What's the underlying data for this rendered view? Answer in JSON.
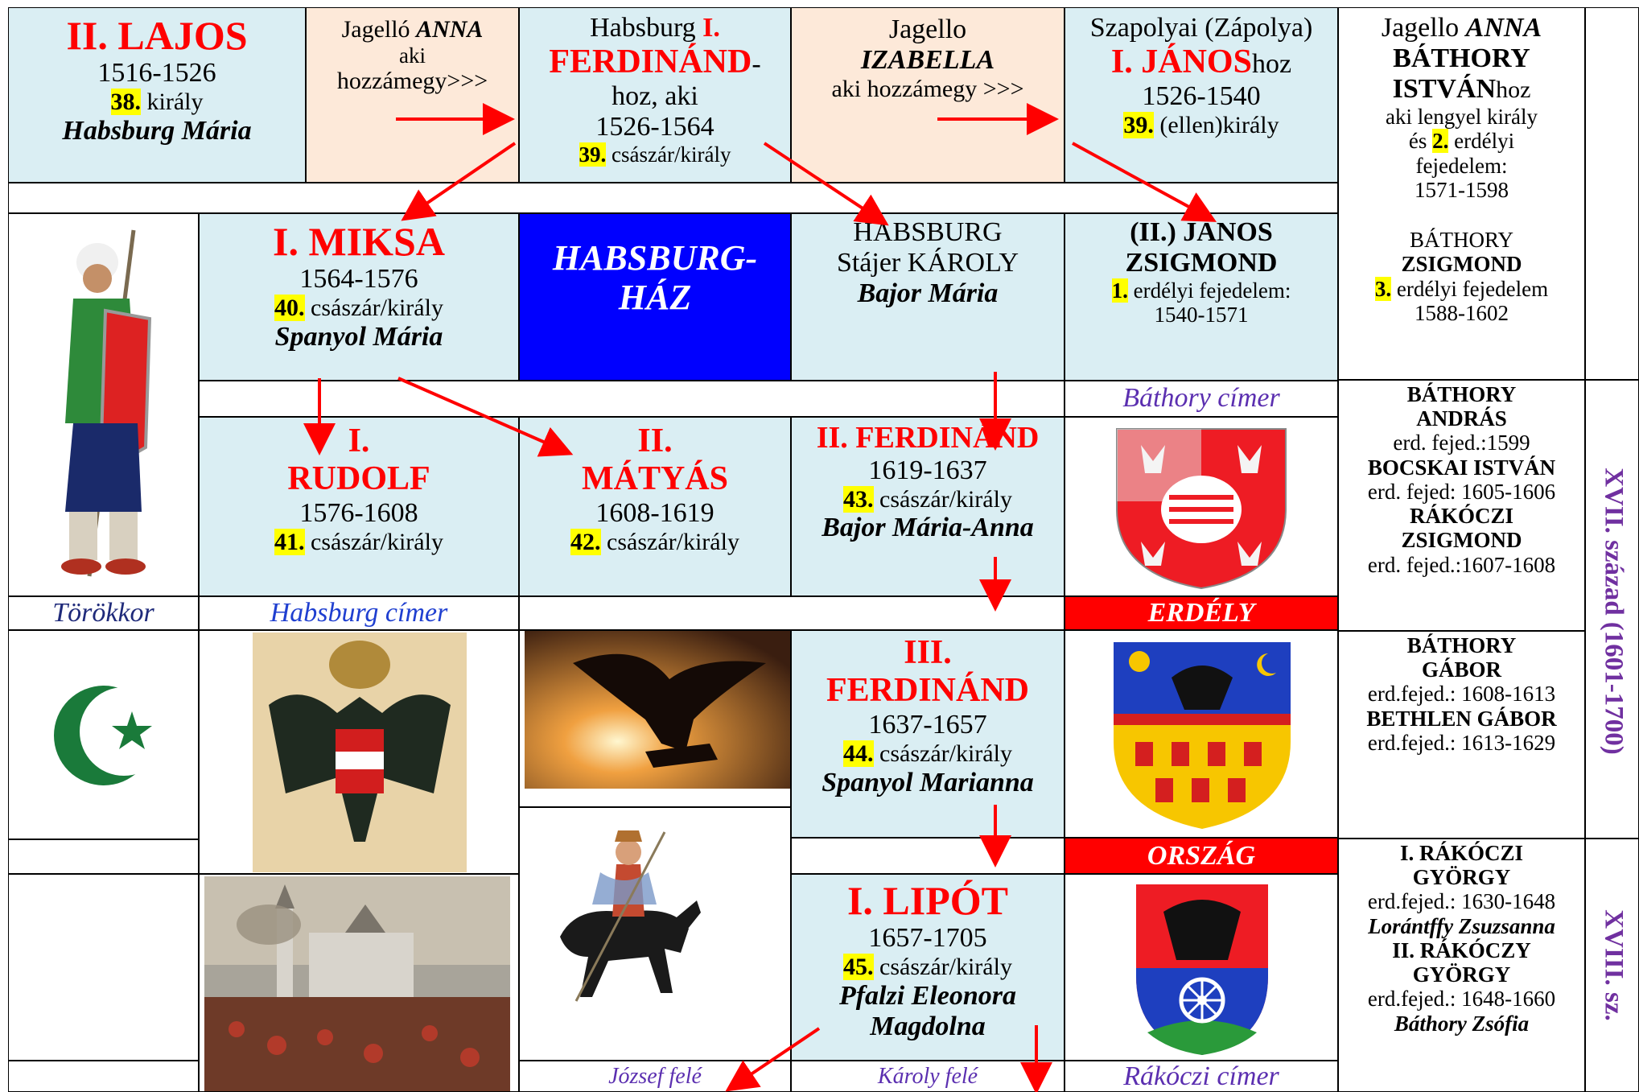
{
  "cells": {
    "lajos": {
      "name": "II. LAJOS",
      "years": "1516-1526",
      "num": "38.",
      "role": " király",
      "spouse": "Habsburg Mária"
    },
    "anna": {
      "line1": "Jagelló ",
      "line1b": "ANNA",
      "line2": "aki",
      "line3": "hozzámegy>>>"
    },
    "ferd1": {
      "line1": "Habsburg ",
      "line1b": "I.",
      "line2": "FERDINÁND",
      "line2b": "-",
      "line3": "hoz, aki",
      "years": "1526-1564",
      "num": "39.",
      "role": " császár/király"
    },
    "izabella": {
      "line1": "Jagello",
      "line2": "IZABELLA",
      "line3": "aki hozzámegy >>>"
    },
    "janos": {
      "line1": "Szapolyai (Zápolya)",
      "line2": "I. JÁNOS",
      "line2b": "hoz",
      "years": "1526-1540",
      "num": "39.",
      "role": " (ellen)király"
    },
    "bathory_istvan": {
      "l1": "Jagello ",
      "l1b": "ANNA",
      "l2": "BÁTHORY",
      "l3": "ISTVÁN",
      "l3b": "hoz",
      "l4": "aki lengyel király",
      "l5a": "és ",
      "l5num": "2.",
      "l5b": " erdélyi",
      "l6": "fejedelem:",
      "l7": "1571-1598",
      "l8": "BÁTHORY",
      "l9": "ZSIGMOND",
      "l10num": "3.",
      "l10": " erdélyi fejedelem",
      "l11": "1588-1602"
    },
    "miksa": {
      "name": "I. MIKSA",
      "years": "1564-1576",
      "num": "40.",
      "role": " császár/király",
      "spouse": "Spanyol Mária"
    },
    "habsburg_haz": {
      "l1": "HABSBURG-",
      "l2": "HÁZ"
    },
    "karoly": {
      "l1": "HABSBURG",
      "l2": "Stájer KÁROLY",
      "l3": "Bajor Mária"
    },
    "janos_zsigmond": {
      "l1": "(II.) JÁNOS",
      "l2": "ZSIGMOND",
      "num": "1.",
      "l3": " erdélyi fejedelem:",
      "l4": "1540-1571"
    },
    "rudolf": {
      "l1": "I.",
      "l2": "RUDOLF",
      "years": "1576-1608",
      "num": "41.",
      "role": " császár/király"
    },
    "matyas": {
      "l1": "II.",
      "l2": "MÁTYÁS",
      "years": "1608-1619",
      "num": "42.",
      "role": " császár/király"
    },
    "ferd2": {
      "name": "II. FERDINÁND",
      "years": "1619-1637",
      "num": "43.",
      "role": " császár/király",
      "spouse": "Bajor Mária-Anna"
    },
    "bathory_andras": {
      "l1": "BÁTHORY",
      "l2": "ANDRÁS",
      "l3": "erd. fejed.:1599",
      "l4": "BOCSKAI ISTVÁN",
      "l5": "erd. fejed: 1605-1606",
      "l6": "RÁKÓCZI",
      "l7": "ZSIGMOND",
      "l8": "erd. fejed.:1607-1608"
    },
    "ferd3": {
      "l1": "III.",
      "l2": "FERDINÁND",
      "years": "1637-1657",
      "num": "44.",
      "role": " császár/király",
      "spouse": "Spanyol Marianna"
    },
    "bathory_gabor": {
      "l1": "BÁTHORY",
      "l2": "GÁBOR",
      "l3": "erd.fejed.: 1608-1613",
      "l4": "BETHLEN GÁBOR",
      "l5": "erd.fejed.: 1613-1629"
    },
    "lipot": {
      "name": "I. LIPÓT",
      "years": "1657-1705",
      "num": "45.",
      "role": " császár/király",
      "spouse1": "Pfalzi Eleonora",
      "spouse2": "Magdolna"
    },
    "rakoczi": {
      "l1": "I. RÁKÓCZI",
      "l2": "GYÖRGY",
      "l3": "erd.fejed.: 1630-1648",
      "l4": "Lorántffy Zsuzsanna",
      "l5": "II. RÁKÓCZY",
      "l6": "GYÖRGY",
      "l7": "erd.fejed.: 1648-1660",
      "l8": "Báthory Zsófia"
    }
  },
  "labels": {
    "bathory_cimer": "Báthory címer",
    "torokkor": "Törökkor",
    "habsburg_cimer": "Habsburg címer",
    "erdely": "ERDÉLY",
    "orszag": "ORSZÁG",
    "jozsef_fele": "József felé",
    "karoly_fele": "Károly felé",
    "rakoczi_cimer": "Rákóczi címer",
    "century17": "XVII. század (1601-1700)",
    "century18": "XVIII. sz."
  },
  "colors": {
    "light_blue": "#daeef3",
    "peach": "#fde9d9",
    "blue": "#0000ff",
    "red": "#ff0000",
    "highlight": "#ffff00",
    "purple": "#7030a0"
  }
}
